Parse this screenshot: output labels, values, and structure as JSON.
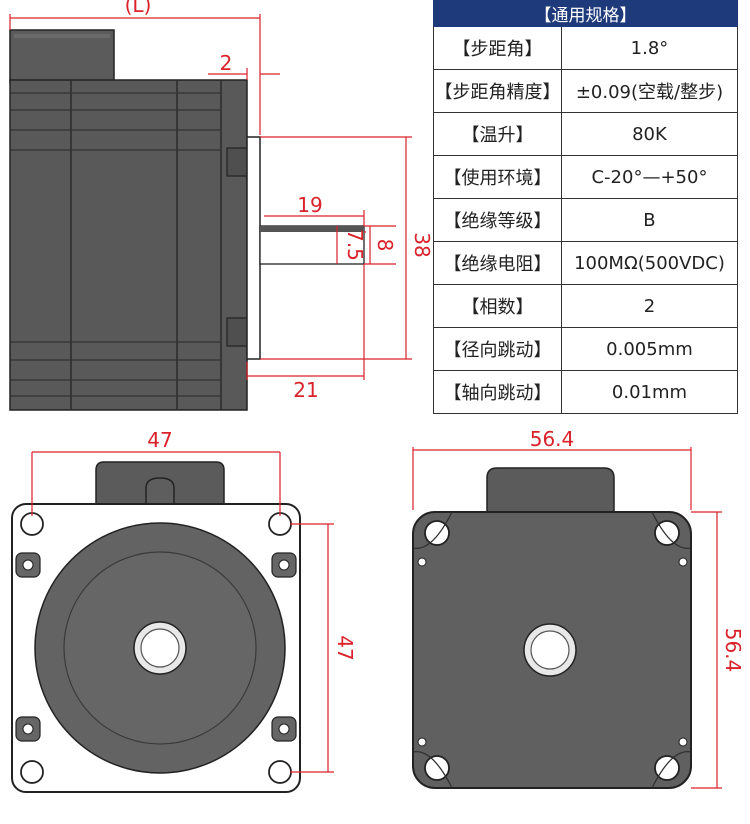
{
  "table": {
    "title": "【通用规格】",
    "rows": [
      {
        "label": "【步距角】",
        "value": "1.8°"
      },
      {
        "label": "【步距角精度】",
        "value": "±0.09(空载/整步)"
      },
      {
        "label": "【温升】",
        "value": "80K"
      },
      {
        "label": "【使用环境】",
        "value": "C-20°—+50°"
      },
      {
        "label": "【绝缘等级】",
        "value": "B"
      },
      {
        "label": "【绝缘电阻】",
        "value": "100MΩ(500VDC)"
      },
      {
        "label": "【相数】",
        "value": "2"
      },
      {
        "label": "【径向跳动】",
        "value": "0.005mm"
      },
      {
        "label": "【轴向跳动】",
        "value": "0.01mm"
      }
    ]
  },
  "dimensions": {
    "length": "(L)",
    "flange": "2",
    "shaft_length": "19",
    "shaft_dia": "8",
    "flat": "7.5",
    "boss": "38",
    "extension": "21",
    "front_width": "47",
    "front_height": "47",
    "rear_width": "56.4",
    "rear_height": "56.4"
  },
  "colors": {
    "body": "#5a5a5a",
    "dimension": "#d9222a",
    "table_header": "#1e3a7b"
  }
}
